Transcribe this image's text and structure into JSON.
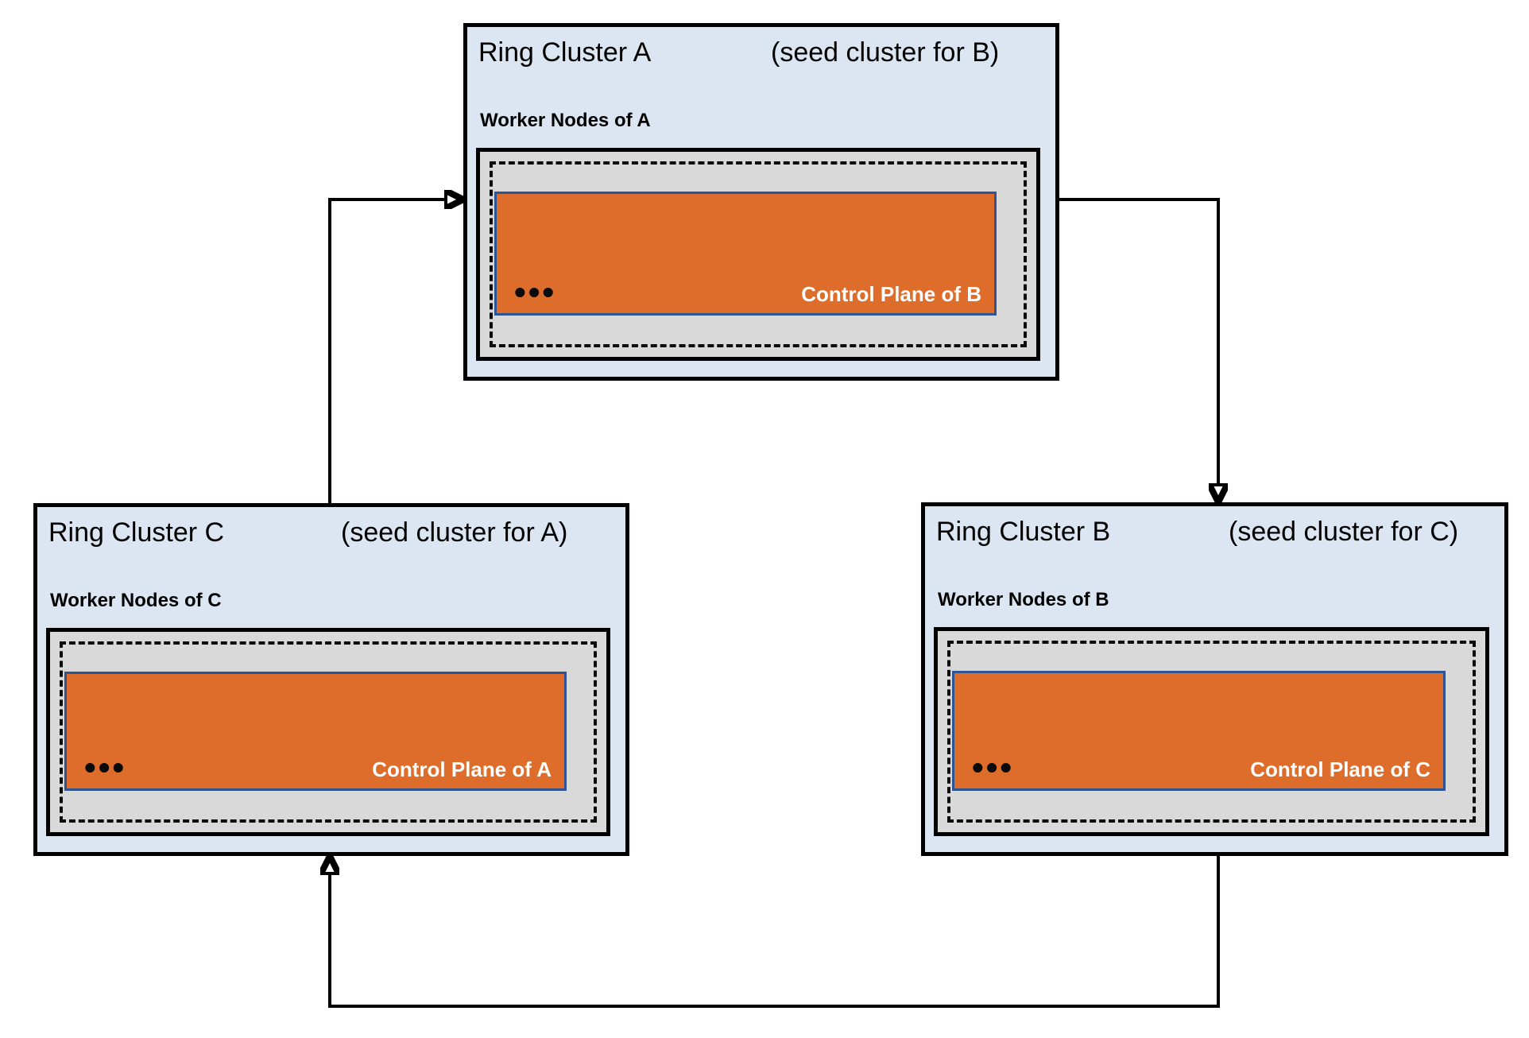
{
  "diagram": {
    "clusters": [
      {
        "id": "A",
        "title": "Ring Cluster A",
        "seed_note": "(seed cluster for B)",
        "worker_label": "Worker Nodes of A",
        "control_plane_label": "Control Plane of B",
        "dots": "•••"
      },
      {
        "id": "C",
        "title": "Ring Cluster C",
        "seed_note": "(seed cluster for A)",
        "worker_label": "Worker Nodes of C",
        "control_plane_label": "Control Plane of A",
        "dots": "•••"
      },
      {
        "id": "B",
        "title": "Ring Cluster B",
        "seed_note": "(seed cluster for C)",
        "worker_label": "Worker Nodes of B",
        "control_plane_label": "Control Plane of C",
        "dots": "•••"
      }
    ],
    "arrows": [
      {
        "name": "arrow-c-to-a",
        "from": "Ring Cluster C",
        "to": "Ring Cluster A"
      },
      {
        "name": "arrow-a-to-b",
        "from": "Ring Cluster A",
        "to": "Ring Cluster B"
      },
      {
        "name": "arrow-b-to-c",
        "from": "Ring Cluster B",
        "to": "Ring Cluster C"
      }
    ],
    "colors": {
      "cluster_bg": "#dbe6f2",
      "pool_bg": "#d9d9d9",
      "control_plane_bg": "#de6c2b",
      "control_plane_border": "#2e5593",
      "line": "#000000"
    }
  }
}
